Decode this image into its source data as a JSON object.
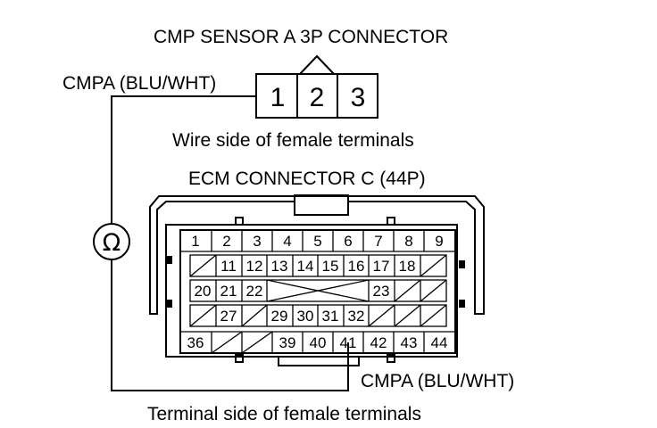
{
  "cmp_connector": {
    "title": "CMP SENSOR A 3P CONNECTOR",
    "pins": [
      "1",
      "2",
      "3"
    ],
    "wire_label": "CMPA (BLU/WHT)",
    "side_note": "Wire side of female terminals"
  },
  "ecm_connector": {
    "title": "ECM CONNECTOR C (44P)",
    "wire_label": "CMPA (BLU/WHT)",
    "side_note": "Terminal side of female terminals",
    "rows": [
      [
        "1",
        "2",
        "3",
        "4",
        "5",
        "6",
        "7",
        "8",
        "9"
      ],
      [
        "11",
        "12",
        "13",
        "14",
        "15",
        "16",
        "17",
        "18"
      ],
      [
        "20",
        "21",
        "22",
        "23"
      ],
      [
        "27",
        "29",
        "30",
        "31",
        "32"
      ],
      [
        "36",
        "39",
        "40",
        "41",
        "42",
        "43",
        "44"
      ]
    ]
  },
  "meter": {
    "symbol": "Ω"
  }
}
